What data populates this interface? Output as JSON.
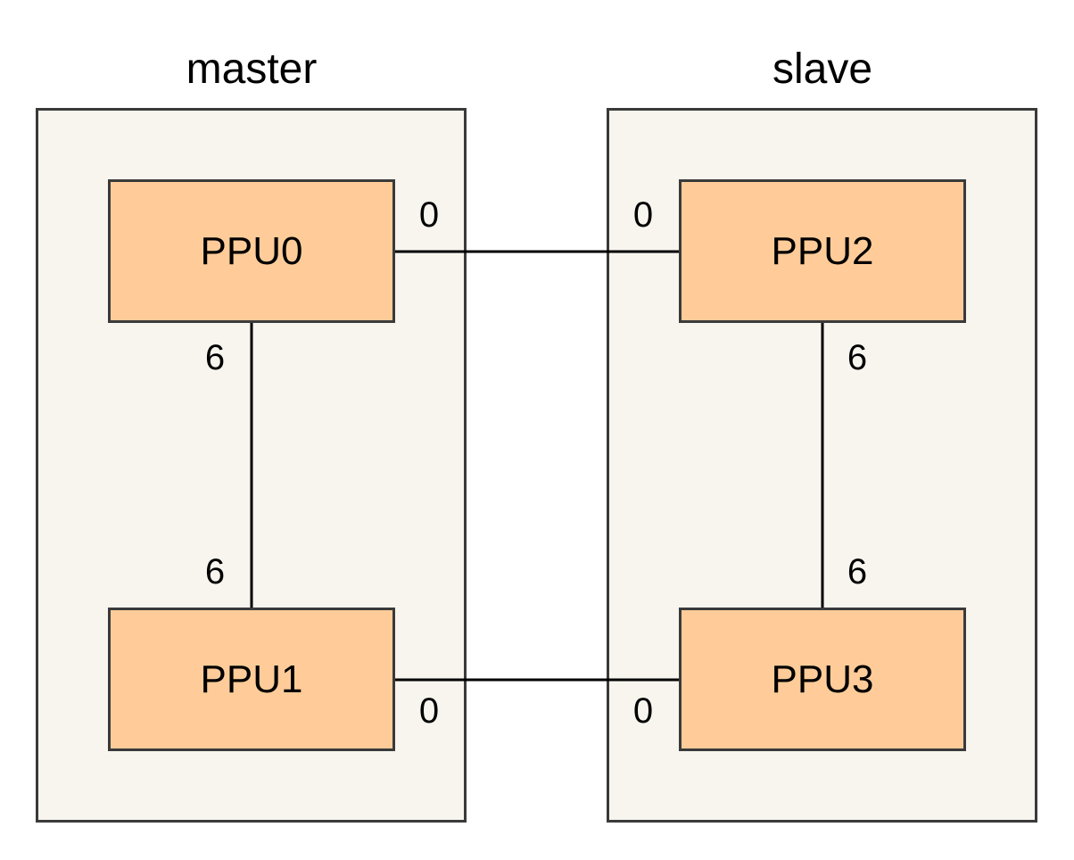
{
  "groups": {
    "master": {
      "title": "master"
    },
    "slave": {
      "title": "slave"
    }
  },
  "nodes": {
    "ppu0": "PPU0",
    "ppu1": "PPU1",
    "ppu2": "PPU2",
    "ppu3": "PPU3"
  },
  "ports": {
    "ppu0_right": "0",
    "ppu2_left": "0",
    "ppu0_bottom": "6",
    "ppu1_top": "6",
    "ppu2_bottom": "6",
    "ppu3_top": "6",
    "ppu1_right": "0",
    "ppu3_left": "0"
  },
  "colors": {
    "group_fill": "#f7f5ee",
    "node_fill": "#ffcc99",
    "stroke": "#3a3a3a"
  }
}
